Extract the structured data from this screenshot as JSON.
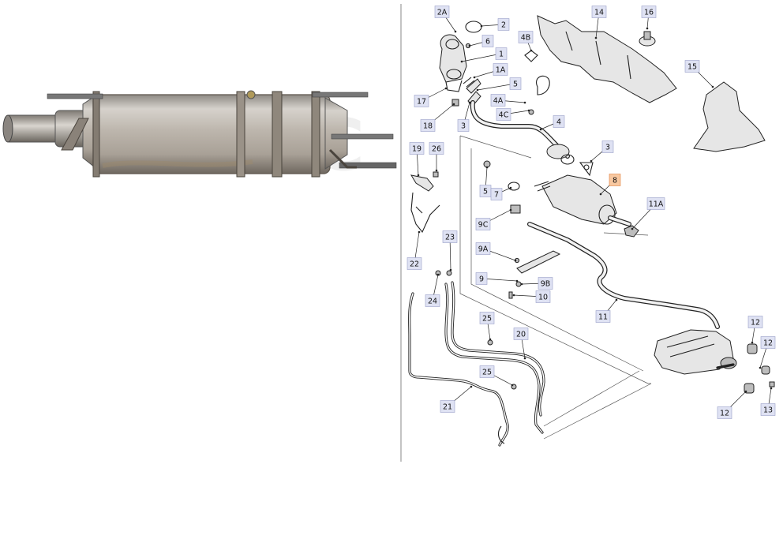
{
  "photo": {
    "subject_icon": "diesel-particulate-filter-photo",
    "watermark": "G M C"
  },
  "diagram": {
    "highlight_color": "#f8c8a0",
    "callout_color": "#dfe2f3",
    "callouts": [
      {
        "id": "c-2a",
        "label": "2A"
      },
      {
        "id": "c-2",
        "label": "2"
      },
      {
        "id": "c-6",
        "label": "6"
      },
      {
        "id": "c-1",
        "label": "1"
      },
      {
        "id": "c-1a",
        "label": "1A"
      },
      {
        "id": "c-5a",
        "label": "5"
      },
      {
        "id": "c-17",
        "label": "17"
      },
      {
        "id": "c-4a",
        "label": "4A"
      },
      {
        "id": "c-18",
        "label": "18"
      },
      {
        "id": "c-3a",
        "label": "3"
      },
      {
        "id": "c-4c",
        "label": "4C"
      },
      {
        "id": "c-4",
        "label": "4"
      },
      {
        "id": "c-4b",
        "label": "4B"
      },
      {
        "id": "c-14",
        "label": "14"
      },
      {
        "id": "c-16",
        "label": "16"
      },
      {
        "id": "c-15",
        "label": "15"
      },
      {
        "id": "c-3b",
        "label": "3"
      },
      {
        "id": "c-8",
        "label": "8"
      },
      {
        "id": "c-19",
        "label": "19"
      },
      {
        "id": "c-26",
        "label": "26"
      },
      {
        "id": "c-5b",
        "label": "5"
      },
      {
        "id": "c-7",
        "label": "7"
      },
      {
        "id": "c-11a",
        "label": "11A"
      },
      {
        "id": "c-9c",
        "label": "9C"
      },
      {
        "id": "c-22",
        "label": "22"
      },
      {
        "id": "c-23",
        "label": "23"
      },
      {
        "id": "c-9a",
        "label": "9A"
      },
      {
        "id": "c-9",
        "label": "9"
      },
      {
        "id": "c-9b",
        "label": "9B"
      },
      {
        "id": "c-24",
        "label": "24"
      },
      {
        "id": "c-10",
        "label": "10"
      },
      {
        "id": "c-11",
        "label": "11"
      },
      {
        "id": "c-12a",
        "label": "12"
      },
      {
        "id": "c-12b",
        "label": "12"
      },
      {
        "id": "c-25a",
        "label": "25"
      },
      {
        "id": "c-20",
        "label": "20"
      },
      {
        "id": "c-25b",
        "label": "25"
      },
      {
        "id": "c-21",
        "label": "21"
      },
      {
        "id": "c-12c",
        "label": "12"
      },
      {
        "id": "c-13",
        "label": "13"
      }
    ]
  }
}
